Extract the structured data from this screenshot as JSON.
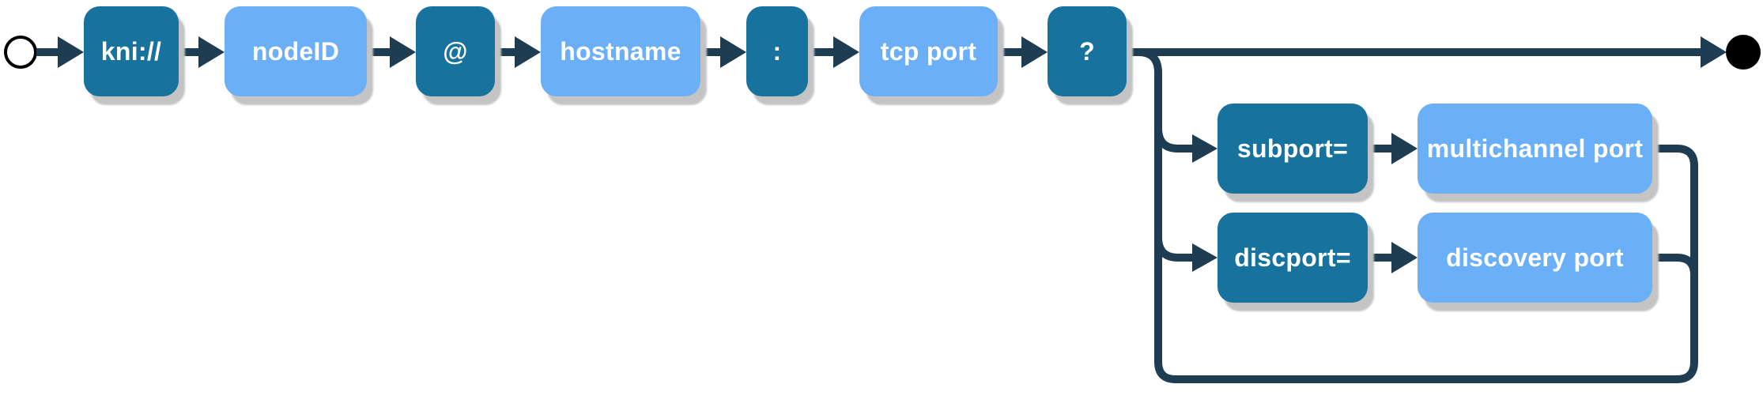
{
  "colors": {
    "terminal_fill": "#17729E",
    "nonterminal_fill": "#6AAFF7",
    "line": "#1E3D53",
    "label_text": "#FFFFFF",
    "canvas_background": "#FFFFFF",
    "start_terminal_fill": "#FFFFFF",
    "start_terminal_stroke": "#000000",
    "end_terminal_fill": "#000000",
    "box_shadow": "#C4C4C4"
  },
  "diagram_type": "railroad-syntax-diagram",
  "main_sequence": [
    {
      "label": "kni://",
      "kind": "terminal"
    },
    {
      "label": "nodeID",
      "kind": "nonterminal"
    },
    {
      "label": "@",
      "kind": "terminal"
    },
    {
      "label": "hostname",
      "kind": "nonterminal"
    },
    {
      "label": ":",
      "kind": "terminal"
    },
    {
      "label": "tcp port",
      "kind": "nonterminal"
    },
    {
      "label": "?",
      "kind": "terminal"
    }
  ],
  "query_options": [
    {
      "key": "subport=",
      "value": "multichannel port"
    },
    {
      "key": "discport=",
      "value": "discovery port"
    }
  ]
}
